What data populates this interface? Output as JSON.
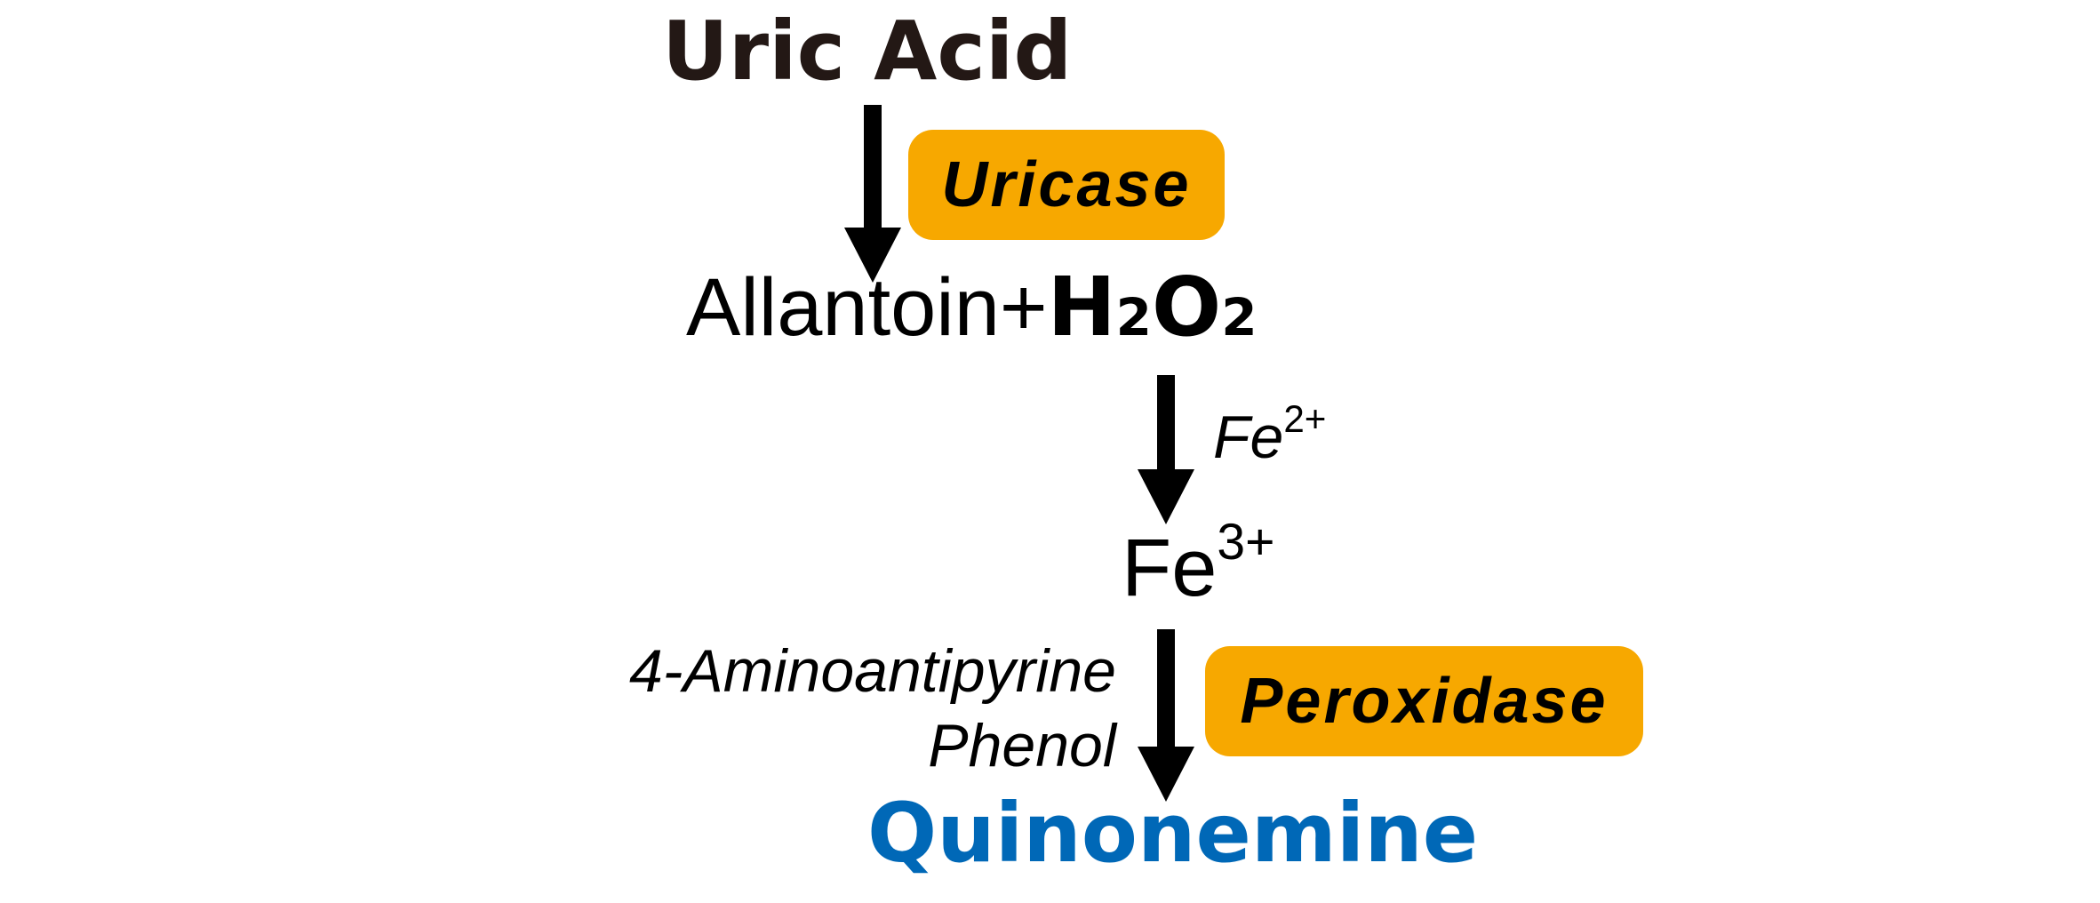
{
  "substrate": "Uric Acid",
  "step1": {
    "enzyme": "Uricase",
    "product_prefix": "Allantoin+",
    "product_h": "H",
    "product_h_sub": "2",
    "product_o": "O",
    "product_o_sub": "2"
  },
  "step2": {
    "cofactor": "Fe",
    "cofactor_charge": "2+",
    "product": "Fe",
    "product_charge": "3+"
  },
  "step3": {
    "reagents": [
      "4-Aminoantipyrine",
      "Phenol"
    ],
    "enzyme": "Peroxidase",
    "product": "Quinonemine"
  },
  "colors": {
    "enzyme_box": "#f7a800",
    "final_product": "#0068b7",
    "substrate": "#231815",
    "arrow": "#000000"
  }
}
